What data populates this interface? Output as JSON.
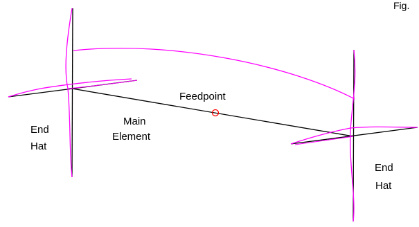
{
  "figure_label": "Fig.",
  "labels": {
    "feedpoint": "Feedpoint",
    "main_element_line1": "Main",
    "main_element_line2": "Element",
    "end_hat_left_line1": "End",
    "end_hat_left_line2": "Hat",
    "end_hat_right_line1": "End",
    "end_hat_right_line2": "Hat"
  },
  "colors": {
    "wire": "#000000",
    "current": "#ff00ff",
    "feedpoint_marker": "#ff0000",
    "background": "#ffffff"
  }
}
